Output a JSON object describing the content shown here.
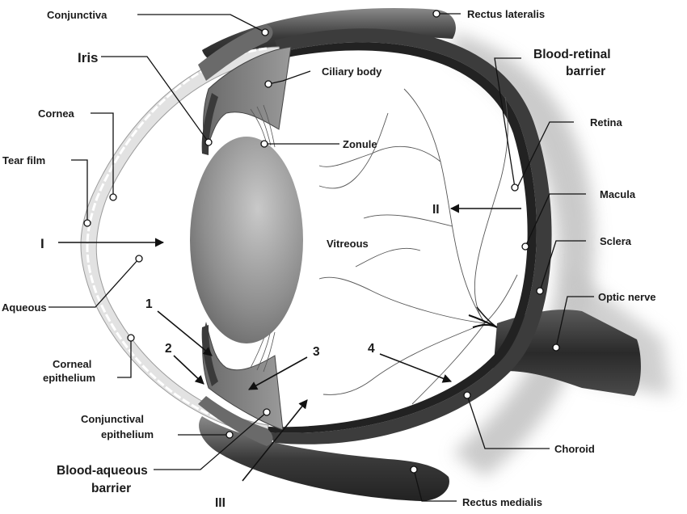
{
  "labels": {
    "conjunctiva": "Conjunctiva",
    "rectus_lateralis": "Rectus lateralis",
    "iris": "Iris",
    "ciliary_body": "Ciliary body",
    "blood_retinal_1": "Blood-retinal",
    "blood_retinal_2": "barrier",
    "cornea": "Cornea",
    "retina": "Retina",
    "zonule": "Zonule",
    "tear_film": "Tear film",
    "macula": "Macula",
    "vitreous": "Vitreous",
    "sclera": "Sclera",
    "aqueous": "Aqueous",
    "optic_nerve": "Optic nerve",
    "corneal_epithelium_1": "Corneal",
    "corneal_epithelium_2": "epithelium",
    "conjunctival_epithelium_1": "Conjunctival",
    "conjunctival_epithelium_2": "epithelium",
    "choroid": "Choroid",
    "blood_aqueous_1": "Blood-aqueous",
    "blood_aqueous_2": "barrier",
    "rectus_medialis": "Rectus medialis"
  },
  "route_markers": {
    "roman_1": "I",
    "roman_2": "II",
    "roman_3": "III",
    "num_1": "1",
    "num_2": "2",
    "num_3": "3",
    "num_4": "4"
  }
}
